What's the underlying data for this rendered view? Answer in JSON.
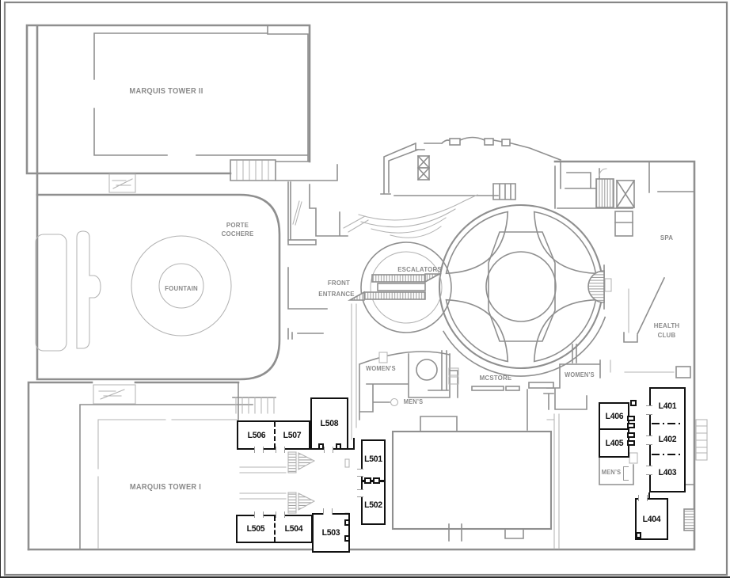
{
  "colors": {
    "wall": "#8f8f8f",
    "wall_light": "#b3b3b3",
    "label": "#8a8a8a",
    "room_border": "#111111",
    "background": "#ffffff",
    "frame": "#868686"
  },
  "labels": {
    "marquis_tower_2": "MARQUIS TOWER II",
    "marquis_tower_1": "MARQUIS TOWER I",
    "porte_cochere_1": "PORTE",
    "porte_cochere_2": "COCHERE",
    "fountain": "FOUNTAIN",
    "front_entrance_1": "FRONT",
    "front_entrance_2": "ENTRANCE",
    "escalators": "ESCALATORS",
    "spa": "SPA",
    "health_club_1": "HEALTH",
    "health_club_2": "CLUB",
    "mcstore": "MCSTORE",
    "womens_left": "WOMEN’S",
    "mens_left": "MEN’S",
    "womens_right": "WOMEN’S",
    "mens_right": "MEN’S"
  },
  "rooms": {
    "l401": "L401",
    "l402": "L402",
    "l403": "L403",
    "l404": "L404",
    "l405": "L405",
    "l406": "L406",
    "l501": "L501",
    "l502": "L502",
    "l503": "L503",
    "l504": "L504",
    "l505": "L505",
    "l506": "L506",
    "l507": "L507",
    "l508": "L508"
  }
}
